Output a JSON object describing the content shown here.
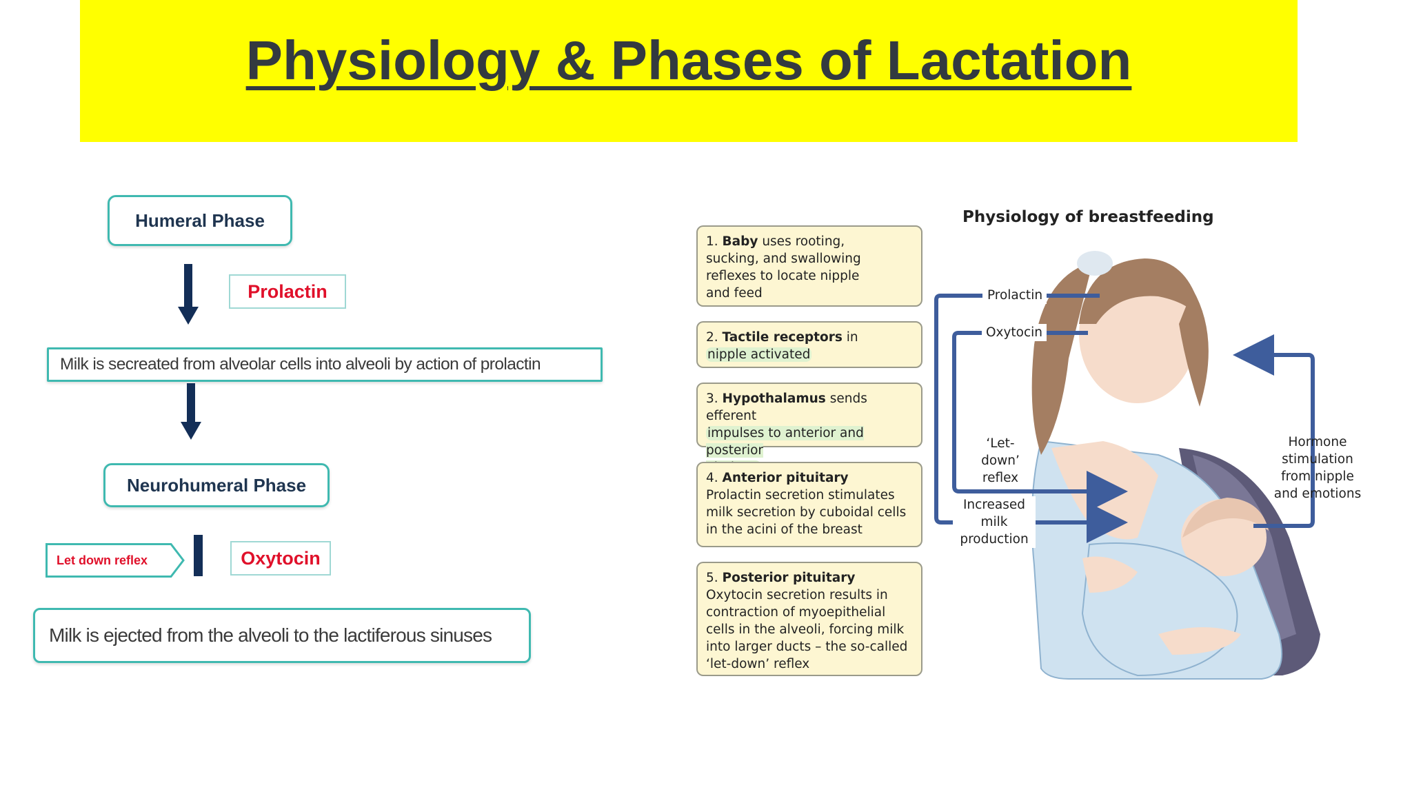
{
  "title": "Physiology & Phases of Lactation",
  "colors": {
    "banner": "#ffff00",
    "box_border": "#3fb9b0",
    "hormone_text": "#e0102a",
    "arrow": "#132e57",
    "info_box_bg": "#fdf6d2",
    "diagram_arrow": "#3e5d9c"
  },
  "flowchart": {
    "humeral_phase": "Humeral Phase",
    "prolactin": "Prolactin",
    "milk_secreted": "Milk is secreated from alveolar cells into alveoli by action of prolactin",
    "neurohumeral_phase": "Neurohumeral  Phase",
    "let_down_reflex": "Let down reflex",
    "oxytocin": "Oxytocin",
    "milk_ejected": "Milk is ejected from the alveoli to the  lactiferous sinuses"
  },
  "diagram": {
    "title": "Physiology of breastfeeding",
    "steps": [
      {
        "num": "1.",
        "bold": "Baby",
        "text_l1": " uses rooting,",
        "text_rest": "sucking, and swallowing\nreflexes to locate nipple\nand feed"
      },
      {
        "num": "2.",
        "bold": "Tactile receptors",
        "text_l1": " in",
        "text_rest": "nipple activated"
      },
      {
        "num": "3.",
        "bold": "Hypothalamus",
        "text_l1": " sends efferent",
        "text_rest": "impulses to anterior and posterior\npituitary"
      },
      {
        "num": "4.",
        "bold": "Anterior pituitary",
        "text_l1": "",
        "text_rest": "Prolactin secretion stimulates\nmilk secretion by cuboidal cells\nin the acini of the breast"
      },
      {
        "num": "5.",
        "bold": "Posterior pituitary",
        "text_l1": "",
        "text_rest": "Oxytocin secretion results in\ncontraction of myoepithelial\ncells in the alveoli, forcing milk\ninto larger ducts – the so-called\n‘let-down’ reflex"
      }
    ],
    "label_prolactin": "Prolactin",
    "label_oxytocin": "Oxytocin",
    "label_letdown": "‘Let-\ndown’\nreflex",
    "label_increased": "Increased\nmilk\nproduction",
    "label_hormone": "Hormone\nstimulation\nfrom nipple\nand emotions"
  }
}
